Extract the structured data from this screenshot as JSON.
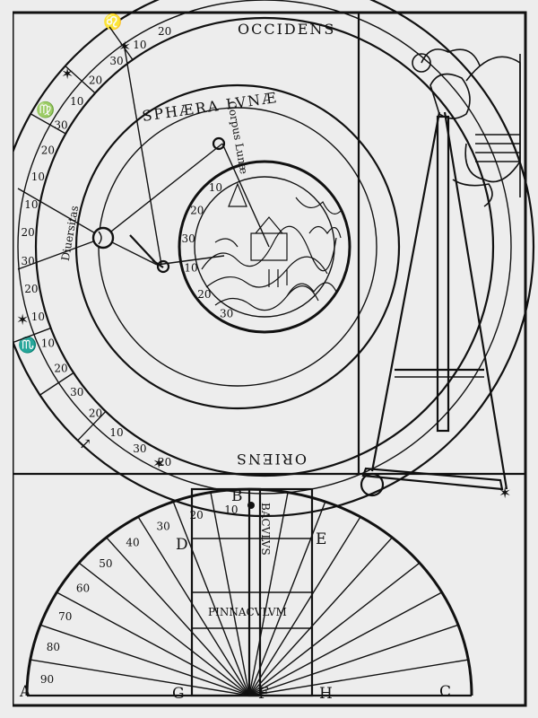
{
  "labels": {
    "occidens": "OCCIDENS",
    "oriens": "ORIENS",
    "sphaera_lunae": "SPHÆRA LVNÆ",
    "corpus_lunae": "Corpus Lunæ",
    "diversitas": "Diuersi­tas",
    "baculus": "BACVLVS",
    "pinnaculum": "PINNACVLVM"
  },
  "zodiac_signs": [
    "♌",
    "♍",
    "♏",
    "✶",
    "✶"
  ],
  "zodiac_numbers": [
    "20",
    "10",
    "30",
    "20",
    "10",
    "30",
    "20",
    "10",
    "10",
    "20",
    "30",
    "20",
    "10",
    "10",
    "20",
    "30",
    "20",
    "10",
    "30",
    "20"
  ],
  "moon_scale_numbers": [
    "10",
    "20",
    "30",
    "10",
    "20",
    "30"
  ],
  "quadrant_numbers": [
    "90",
    "80",
    "70",
    "60",
    "50",
    "40",
    "30",
    "20",
    "10"
  ],
  "quadrant_letters": {
    "A": "A",
    "B": "B",
    "C": "C",
    "D": "D",
    "E": "E",
    "F": "F",
    "G": "G",
    "H": "H"
  }
}
